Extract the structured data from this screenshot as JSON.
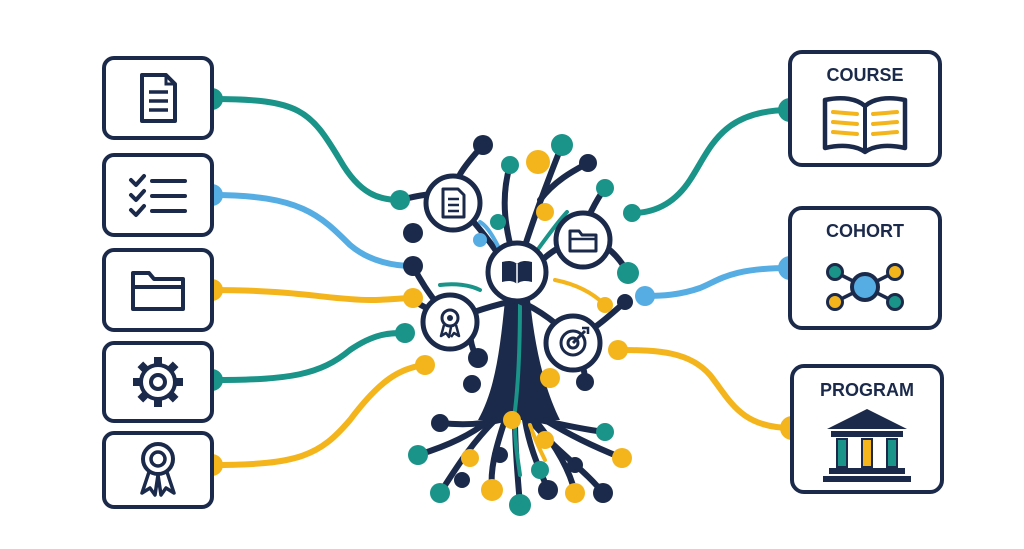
{
  "colors": {
    "navy": "#1b2a4a",
    "teal": "#1a9389",
    "blue": "#55ade3",
    "gold": "#f4b51c",
    "white": "#ffffff"
  },
  "left_boxes": [
    {
      "icon": "document-icon",
      "connector_color": "teal"
    },
    {
      "icon": "checklist-icon",
      "connector_color": "blue"
    },
    {
      "icon": "folder-icon",
      "connector_color": "gold"
    },
    {
      "icon": "gear-icon",
      "connector_color": "teal"
    },
    {
      "icon": "award-ribbon-icon",
      "connector_color": "gold"
    }
  ],
  "right_boxes": [
    {
      "label": "COURSE",
      "icon": "open-book-icon",
      "connector_color": "teal"
    },
    {
      "label": "COHORT",
      "icon": "network-icon",
      "connector_color": "blue"
    },
    {
      "label": "PROGRAM",
      "icon": "institution-icon",
      "connector_color": "gold"
    }
  ],
  "tree_badges": [
    {
      "icon": "document-icon"
    },
    {
      "icon": "folder-icon"
    },
    {
      "icon": "open-book-icon"
    },
    {
      "icon": "award-ribbon-icon"
    },
    {
      "icon": "target-icon"
    }
  ]
}
